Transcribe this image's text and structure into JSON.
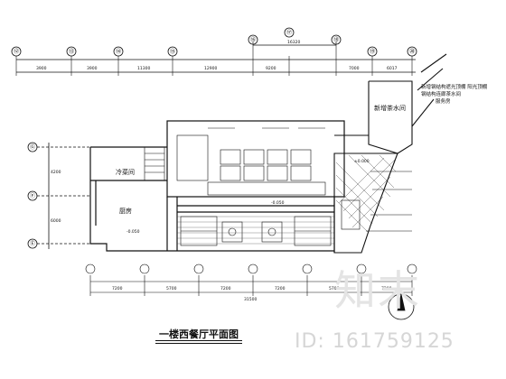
{
  "plan": {
    "title": "一楼西餐厅平面图",
    "grid_cols": [
      "⑫",
      "⑬",
      "⑭",
      "⑮",
      "⑯",
      "⑰",
      "⑱",
      "⑲",
      "⑳"
    ],
    "grid_rows": [
      "Ⓖ",
      "Ⓕ",
      "Ⓔ"
    ],
    "top_dims": [
      "3900",
      "3900",
      "11300",
      "12900",
      "9200",
      "7000",
      "6017"
    ],
    "top_total": "16320",
    "bottom_dims": [
      "7200",
      "5700",
      "7200",
      "7200",
      "5700",
      "7200"
    ],
    "bottom_total": "31500",
    "left_dims": [
      "4200",
      "6000"
    ],
    "rooms": {
      "kitchen": "厨房",
      "cold_dish": "冷菜间",
      "tea_room": "新增茶水间",
      "annex_note": "新增钢结构遮光顶棚 阳光顶棚",
      "annex_note2": "钢结构连廊茶水间",
      "annex_note3": "服务房",
      "level": "±0.000",
      "level2": "-0.050",
      "level3": "-0.050"
    }
  },
  "watermark": {
    "logo": "知末",
    "id": "ID: 161759125"
  }
}
